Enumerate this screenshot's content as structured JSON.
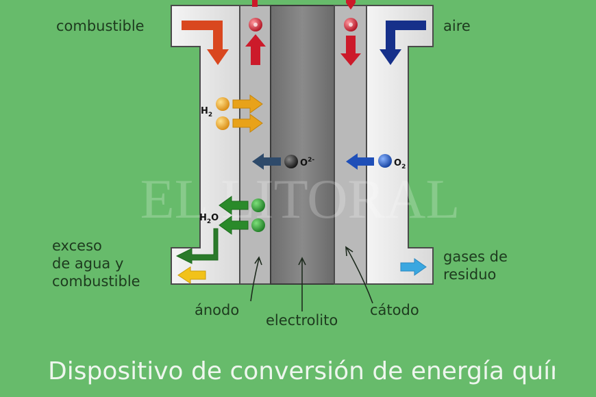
{
  "labels": {
    "combustible": "combustible",
    "aire": "aire",
    "exceso": [
      "exceso",
      "de agua y",
      "combustible"
    ],
    "gases": [
      "gases de",
      "residuo"
    ],
    "anodo": "ánodo",
    "electrolito": "electrolito",
    "catodo": "cátodo"
  },
  "chem": {
    "h2": "H",
    "h2_sub": "2",
    "o2ion": "O",
    "o2ion_sup": "2-",
    "o2": "O",
    "o2_sub": "2",
    "h2o": "H",
    "h2o_sub": "2",
    "h2o_end": "O"
  },
  "watermark": "EL LITORAL",
  "caption": "Dispositivo de conversión de energía química en energía eléctrica",
  "colors": {
    "background": "#67bb6b",
    "fuel_arrow": "#d9471f",
    "air_arrow": "#16308a",
    "hydrogen": "#e8a21a",
    "water": "#2a8a2a",
    "oxygen_ion": "#222222",
    "oxygen": "#1f4fb8",
    "exhaust_arrow": "#3aa7e0",
    "exhaust_fuel_arrow": "#f2c21a",
    "red_ion": "#cc1a2a"
  }
}
